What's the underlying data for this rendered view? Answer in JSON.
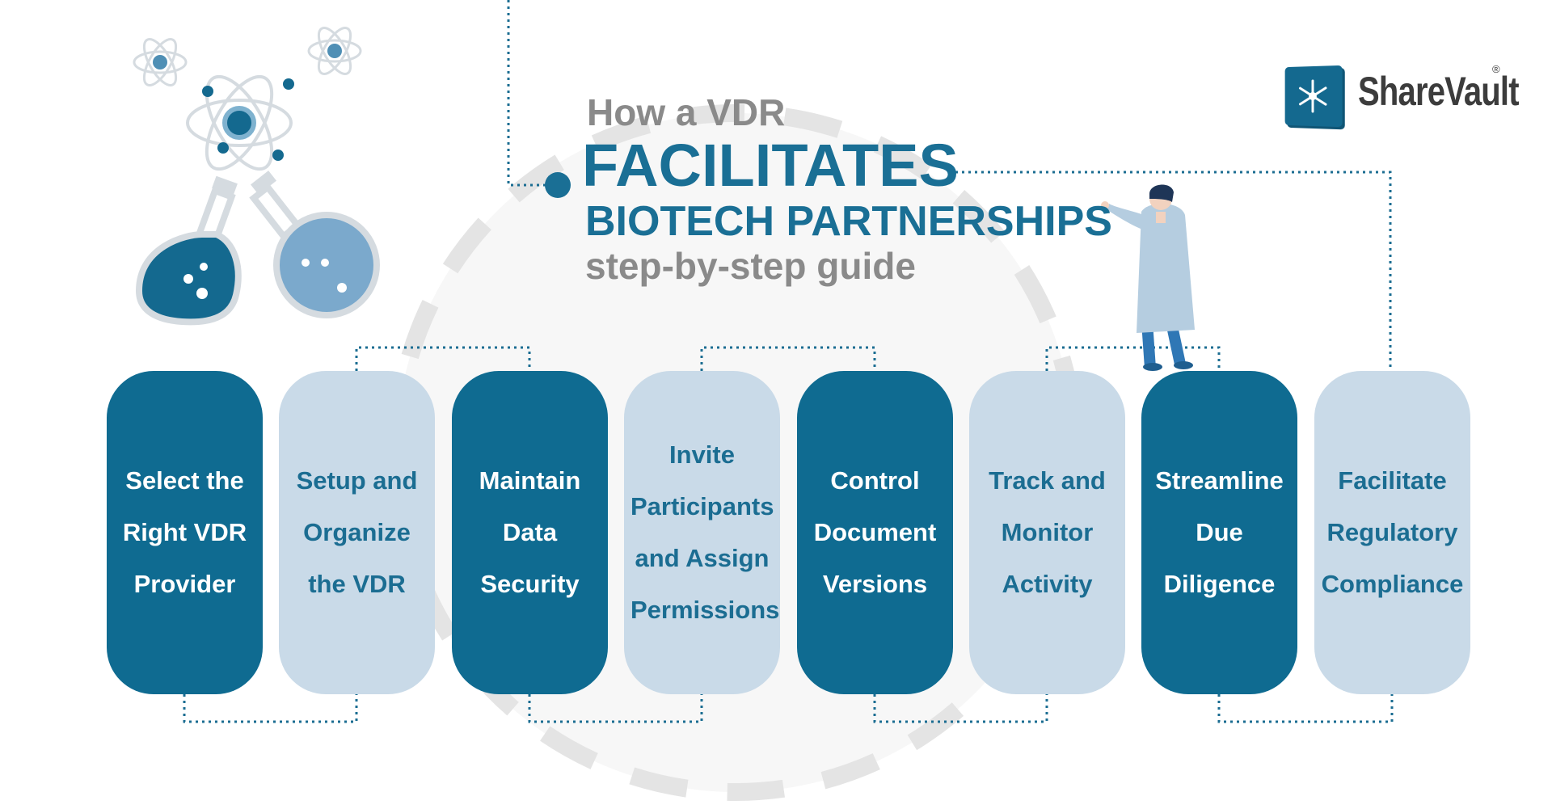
{
  "title": {
    "line1": "How a VDR",
    "line2": "FACILITATES",
    "line3": "BIOTECH PARTNERSHIPS",
    "line4": "step-by-step guide"
  },
  "logo": {
    "text": "ShareVault",
    "registered": "®",
    "icon": "snowflake-vault-icon"
  },
  "colors": {
    "dark_step": "#0f6b91",
    "light_step": "#c9dae8",
    "title_blue": "#1a6f95",
    "title_gray": "#8a8a8a",
    "connector": "#1b6d92"
  },
  "steps": [
    {
      "label": "Select the Right VDR Provider",
      "style": "dark"
    },
    {
      "label": "Setup and Organize the VDR",
      "style": "light"
    },
    {
      "label": "Maintain Data Security",
      "style": "dark"
    },
    {
      "label": "Invite Participants and Assign Permissions",
      "style": "light"
    },
    {
      "label": "Control Document Versions",
      "style": "dark"
    },
    {
      "label": "Track and Monitor Activity",
      "style": "light"
    },
    {
      "label": "Streamline Due Diligence",
      "style": "dark"
    },
    {
      "label": "Facilitate Regulatory Compliance",
      "style": "light"
    }
  ],
  "illustrations": [
    "atom-icon",
    "flask-icon",
    "scientist-figure"
  ]
}
